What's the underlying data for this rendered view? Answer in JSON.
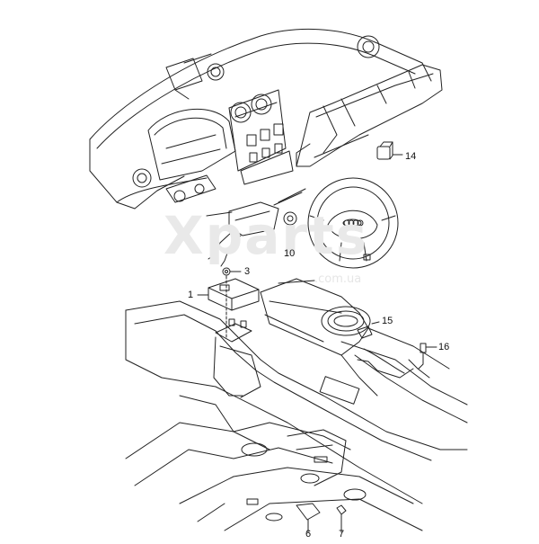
{
  "watermark": {
    "main": "Xparts",
    "sub": ".com.ua"
  },
  "callouts": [
    {
      "id": "c1",
      "text": "1"
    },
    {
      "id": "c3",
      "text": "3"
    },
    {
      "id": "c6",
      "text": "6"
    },
    {
      "id": "c7",
      "text": "7"
    },
    {
      "id": "c10",
      "text": "10"
    },
    {
      "id": "c14",
      "text": "14"
    },
    {
      "id": "c15",
      "text": "15"
    },
    {
      "id": "c16",
      "text": "16"
    }
  ],
  "colors": {
    "line": "#222222",
    "watermark": "#e9e9e9"
  }
}
